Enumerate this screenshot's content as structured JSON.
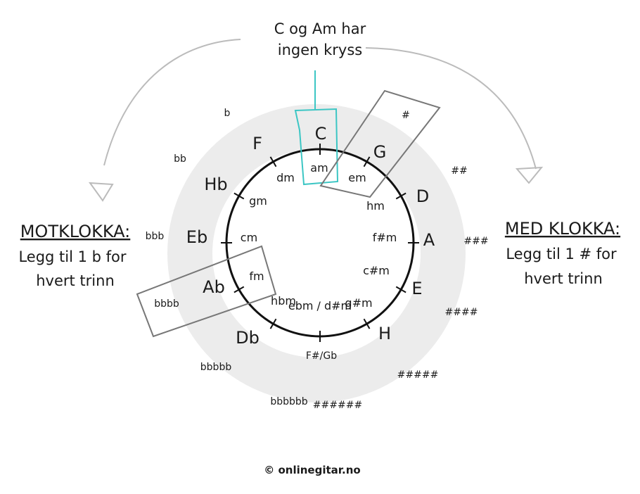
{
  "note": {
    "line1": "C og Am har",
    "line2": "ingen kryss"
  },
  "left": {
    "title": "MOTKLOKKA:",
    "line1": "Legg til 1 b for",
    "line2": "hvert trinn"
  },
  "right": {
    "title": "MED KLOKKA:",
    "line1": "Legg til 1 # for",
    "line2": "hvert trinn"
  },
  "major_keys": [
    "C",
    "G",
    "D",
    "A",
    "E",
    "H",
    "F#/Gb",
    "Db",
    "Ab",
    "Eb",
    "Hb",
    "F"
  ],
  "minor_keys": [
    "am",
    "em",
    "hm",
    "f#m",
    "c#m",
    "g#m",
    "ebm / d#m",
    "hbm",
    "fm",
    "cm",
    "gm",
    "dm"
  ],
  "sharps": [
    "#",
    "##",
    "###",
    "####",
    "#####",
    "######"
  ],
  "flats": [
    "b",
    "bb",
    "bbb",
    "bbbb",
    "bbbbb",
    "bbbbbb"
  ],
  "credit": "© onlinegitar.no",
  "colors": {
    "halo": "#ececec",
    "ring": "#111111",
    "highlight": "#3cc6c4",
    "box": "#777777",
    "arrow": "#bbbbbb"
  }
}
